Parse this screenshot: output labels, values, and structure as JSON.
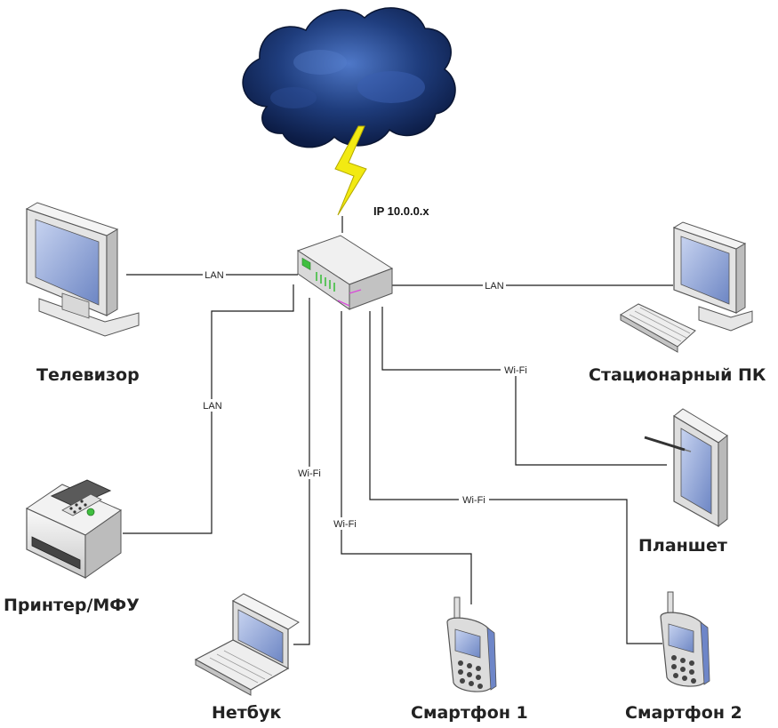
{
  "uplink": {
    "ip_label": "IP 10.0.0.x"
  },
  "links": {
    "tv": "LAN",
    "pc": "LAN",
    "printer": "LAN",
    "tablet": "Wi-Fi",
    "smartphone2": "Wi-Fi",
    "netbook": "Wi-Fi",
    "smartphone1": "Wi-Fi"
  },
  "devices": {
    "tv": "Телевизор",
    "pc": "Стационарный ПК",
    "tablet": "Планшет",
    "printer": "Принтер/МФУ",
    "netbook": "Нетбук",
    "smartphone1": "Смартфон 1",
    "smartphone2": "Смартфон 2"
  },
  "colors": {
    "cloud": "#1b3570",
    "cloud_highlight": "#4f78c8",
    "lightning": "#f2ea12",
    "screen": "#8fa6d8",
    "device_body": "#e6e6e6",
    "router_led": "#3fbf3f",
    "wire": "#1a1a1a"
  }
}
